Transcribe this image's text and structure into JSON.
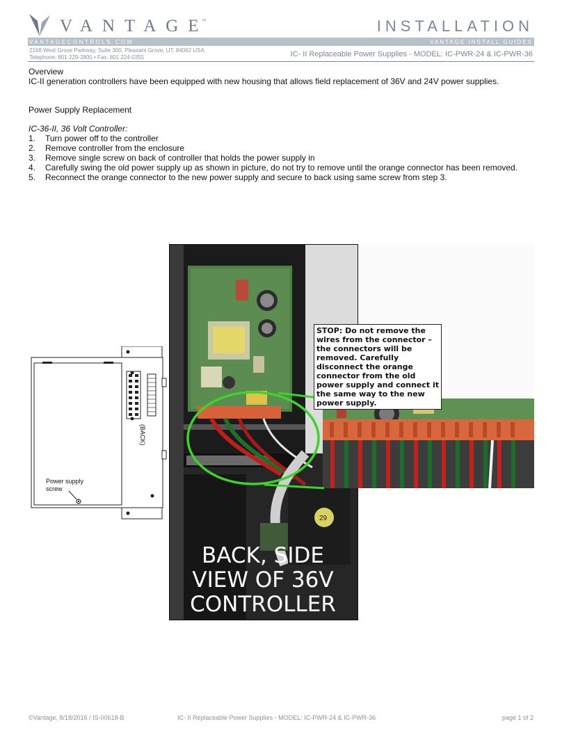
{
  "header": {
    "brand": "VANTAGE",
    "trademark": "™",
    "title": "INSTALLATION",
    "website": "VANTAGECONTROLS.COM",
    "guides_label": "VANTAGE INSTALL GUIDES",
    "address": "2168 West Grove Parkway, Suite 300, Pleasant Grove, UT.  84062  USA",
    "phone": "Telephone:  801 229-2800 • Fax:  801 224-0355",
    "subtitle": "IC- II Replaceable Power Supplies - MODEL: IC-PWR-24 & IC-PWR-36"
  },
  "overview": {
    "heading": "Overview",
    "text": "IC-II generation controllers have been equipped with new housing that allows field replacement of 36V and 24V power supplies."
  },
  "replacement": {
    "heading": "Power Supply Replacement",
    "model_heading": "IC-36-II, 36 Volt Controller:",
    "steps": [
      {
        "num": "1.",
        "text": "Turn power off to the controller"
      },
      {
        "num": "2.",
        "text": "Remove controller from the enclosure"
      },
      {
        "num": "3.",
        "text": "Remove single screw on back of controller that holds the power supply in"
      },
      {
        "num": "4.",
        "text": "Carefully swing the old power supply up as shown in picture, do not try to remove until the orange connector has been removed."
      },
      {
        "num": "5.",
        "text": "Reconnect the orange connector to the new power supply and secure to back using same screw from step 3."
      }
    ]
  },
  "figure": {
    "photo_caption_line1": "BACK, SIDE",
    "photo_caption_line2": "VIEW OF 36V",
    "photo_caption_line3": "CONTROLLER",
    "stop_note": "STOP: Do not remove the wires from the connector – the connectors will be removed. Carefully disconnect the orange connector from the old power supply and connect it the same way to the new power supply.",
    "power_supply_label_line1": "Power supply",
    "power_supply_label_line2": "screw",
    "back_label": "(BACK)",
    "capacitor_marking": "29",
    "callout_color": "#3fd12c"
  },
  "footer": {
    "left": "©Vantage, 8/18/2016 / IS-00618-B",
    "center": "IC- II Replaceable Power Supplies - MODEL: IC-PWR-24 & IC-PWR-36",
    "right": "page 1 of 2"
  }
}
